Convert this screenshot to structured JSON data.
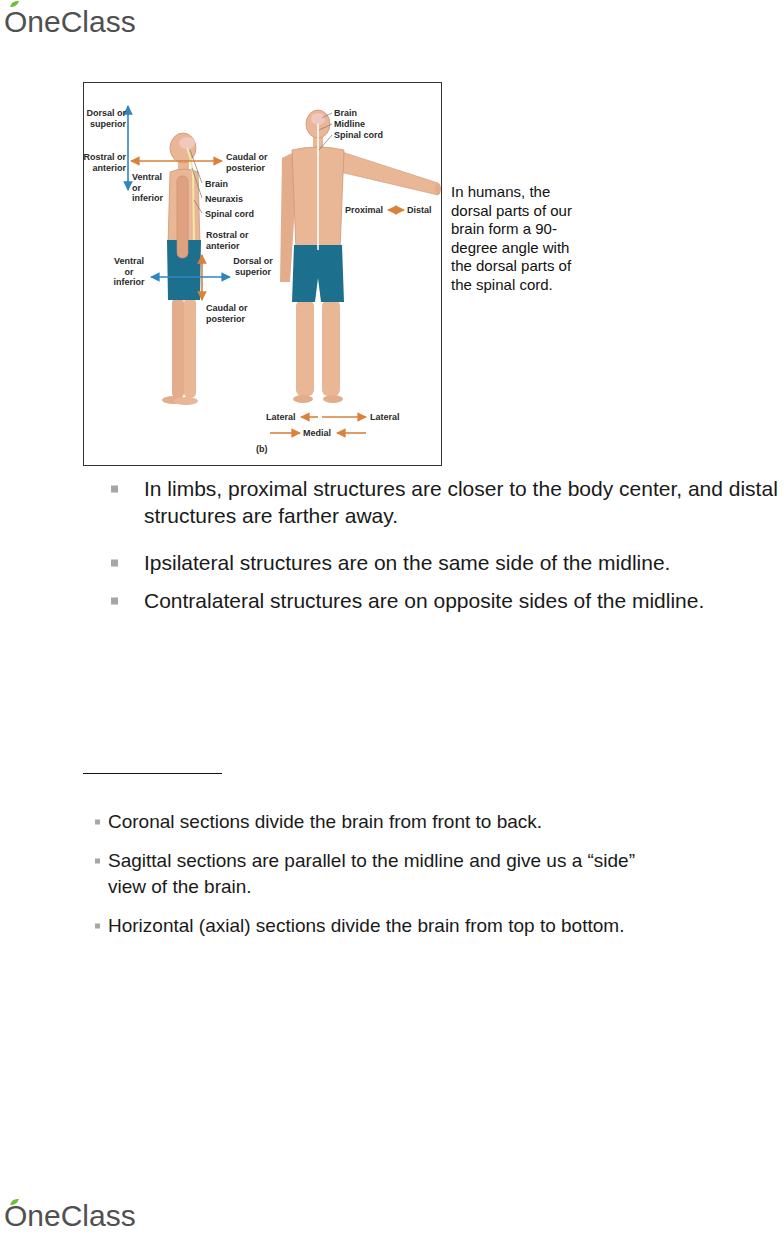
{
  "diagram": {
    "labels": [
      "OneClass",
      "Dorsal or superior",
      "Rostral or anterior",
      "Caudal or posterior",
      "Ventral or inferior",
      "Brain",
      "Neuraxis",
      "Spinal cord",
      "Rostral or anterior",
      "Ventral or inferior",
      "Dorsal or superior",
      "Caudal or posterior",
      "Brain",
      "Midline",
      "Spinal cord",
      "Proximal",
      "Distal",
      "Lateral",
      "Lateral",
      "Medial",
      "(b)",
      "In humans, the dorsal parts of our brain form a 90-degree angle with the dorsal parts of the spinal cord.",
      "In limbs, proximal structures are closer to the body center, and distal structures are farther away.",
      "Ipsilateral structures are on the same side of the midline.",
      "Contralateral structures are on opposite sides of the midline.",
      "Coronal sections divide the brain from front to back.",
      "Sagittal sections are parallel to the midline and give us a “side” view of the brain.",
      "Horizontal (axial) sections divide the brain from top to bottom.",
      "OneClass"
    ]
  }
}
